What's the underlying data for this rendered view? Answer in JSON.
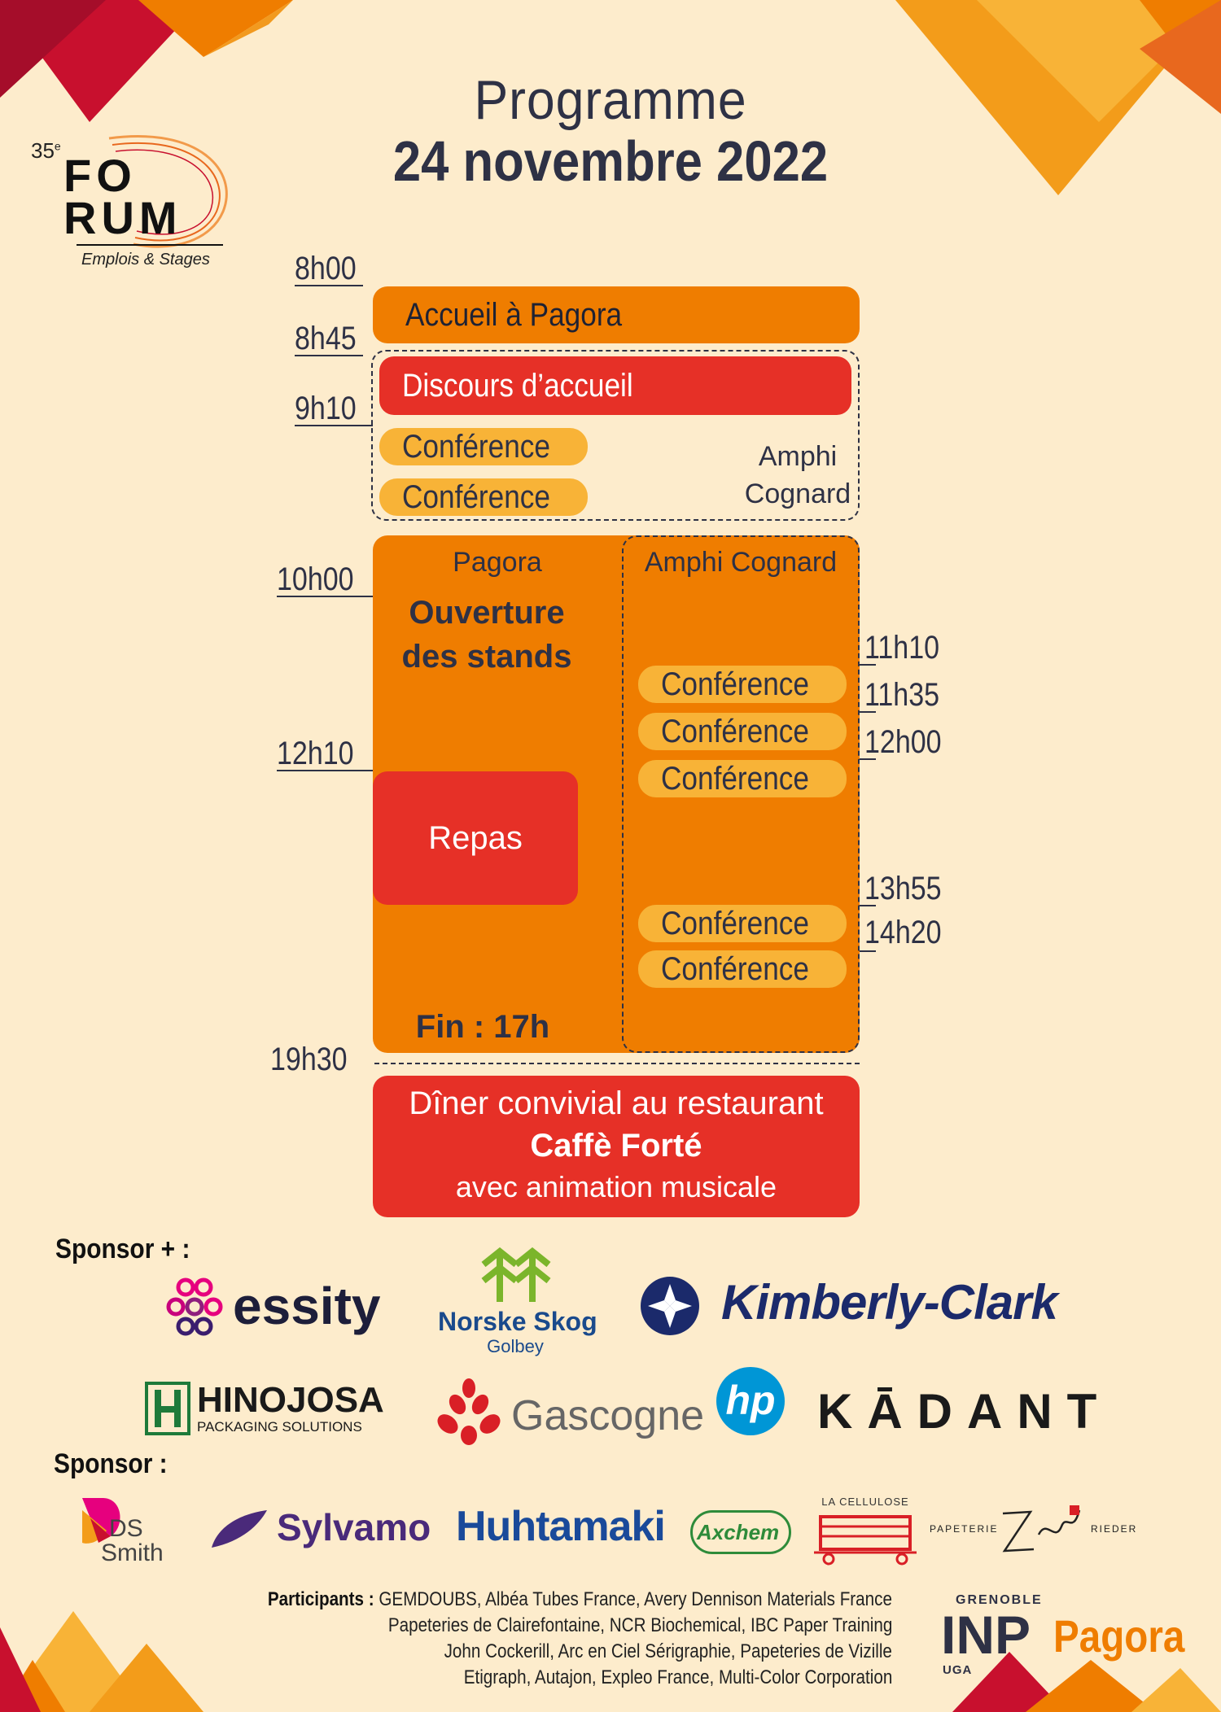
{
  "header": {
    "title": "Programme",
    "date": "24 novembre 2022"
  },
  "forum_logo": {
    "edition": "35",
    "edition_suffix": "e",
    "line1": "FO",
    "line2": "RUM",
    "subtitle": "Emplois & Stages"
  },
  "times": {
    "t0800": "8h00",
    "t0845": "8h45",
    "t0910": "9h10",
    "t1000": "10h00",
    "t1210": "12h10",
    "t1930": "19h30",
    "t1110": "11h10",
    "t1135": "11h35",
    "t1200": "12h00",
    "t1355": "13h55",
    "t1420": "14h20"
  },
  "schedule": {
    "accueil": "Accueil à Pagora",
    "discours": "Discours d’accueil",
    "conference": "Conférence",
    "amphi_line1": "Amphi",
    "amphi_line2": "Cognard",
    "pagora_label": "Pagora",
    "amphi_cognard": "Amphi Cognard",
    "ouverture_line1": "Ouverture",
    "ouverture_line2": "des stands",
    "repas": "Repas",
    "fin": "Fin : 17h",
    "diner_line1": "Dîner convivial au restaurant",
    "diner_line2": "Caffè Forté",
    "diner_line3": "avec animation musicale"
  },
  "sponsors": {
    "sponsor_plus_heading": "Sponsor + :",
    "sponsor_heading": "Sponsor :",
    "essity": "essity",
    "norske_line1": "Norske Skog",
    "norske_line2": "Golbey",
    "kimberly": "Kimberly-Clark",
    "hinojosa_line1": "HINOJOSA",
    "hinojosa_line2": "PACKAGING SOLUTIONS",
    "gascogne": "Gascogne",
    "hp": "hp",
    "kadant": "KĀDANT",
    "ds_line1": "DS",
    "ds_line2": "Smith",
    "sylvamo": "Sylvamo",
    "huhtamaki": "Huhtamaki",
    "axchem": "Axchem",
    "cellulose": "LA CELLULOSE",
    "zuber_left": "PAPETERIE",
    "zuber_right": "RIEDER"
  },
  "participants": {
    "label": "Participants :",
    "line1": "GEMDOUBS, Albéa Tubes France, Avery Dennison Materials France",
    "line2": "Papeteries de Clairefontaine, NCR Biochemical, IBC Paper Training",
    "line3": "John Cockerill, Arc en Ciel Sérigraphie, Papeteries de Vizille",
    "line4": "Etigraph, Autajon, Expleo France, Multi-Color Corporation"
  },
  "inp_logo": {
    "grenoble": "GRENOBLE",
    "inp": "INP",
    "uga": "UGA",
    "pagora": "Pagora"
  },
  "colors": {
    "orange": "#ef7d00",
    "red": "#e63027",
    "yellow": "#f8b337",
    "navy": "#2e3145",
    "background": "#fdeccc"
  }
}
